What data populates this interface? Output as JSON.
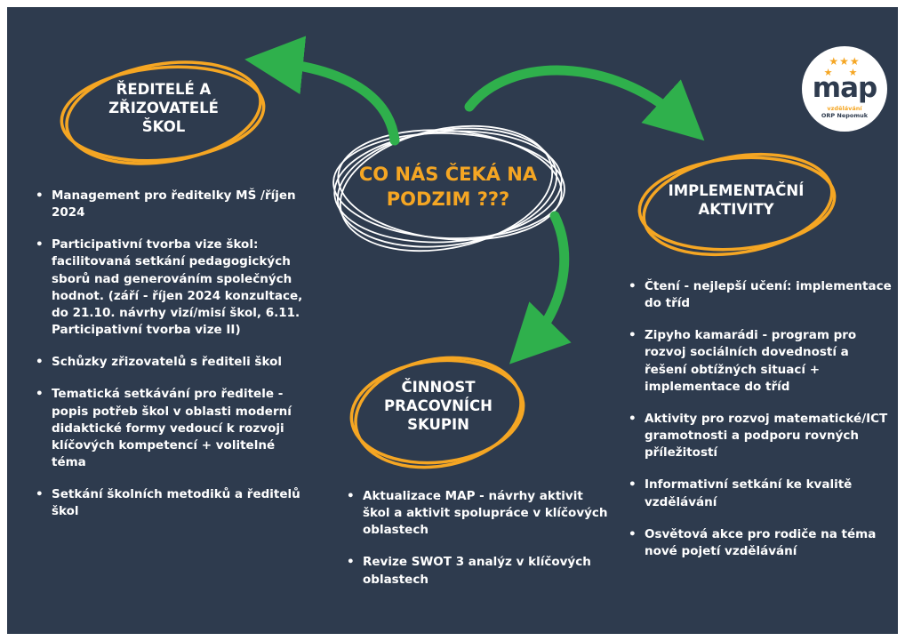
{
  "colors": {
    "background": "#2e3b4e",
    "accent_orange": "#f5a623",
    "arrow_green": "#2fb04c",
    "text_white": "#ffffff"
  },
  "center": {
    "title_line1": "CO NÁS ČEKÁ NA",
    "title_line2": "PODZIM ???"
  },
  "nodes": {
    "reditele": {
      "line1": "ŘEDITELÉ A",
      "line2": "ZŘIZOVATELÉ",
      "line3": "ŠKOL"
    },
    "implementacni": {
      "line1": "IMPLEMENTAČNÍ",
      "line2": "AKTIVITY"
    },
    "cinnost": {
      "line1": "ČINNOST",
      "line2": "PRACOVNÍCH",
      "line3": "SKUPIN"
    }
  },
  "left_items": [
    "Management pro ředitelky MŠ /říjen 2024",
    "Participativní tvorba vize škol: facilitovaná setkání pedagogických sborů nad generováním společných hodnot. (září - říjen 2024 konzultace, do 21.10. návrhy vizí/misí škol, 6.11. Participativní tvorba vize II)",
    "Schůzky zřizovatelů s řediteli škol",
    "Tematická setkávání pro ředitele - popis potřeb škol v oblasti moderní didaktické formy vedoucí k rozvoji klíčových kompetencí + volitelné téma",
    "Setkání školních metodiků a ředitelů škol"
  ],
  "middle_items": [
    "Aktualizace MAP - návrhy aktivit škol a aktivit spolupráce v klíčových oblastech",
    "Revize SWOT 3 analýz v klíčových oblastech"
  ],
  "right_items": [
    "Čtení - nejlepší  učení: implementace do tříd",
    "Zipyho kamarádi - program pro rozvoj sociálních dovedností a řešení obtížných situací + implementace do tříd",
    "Aktivity pro rozvoj matematické/ICT gramotnosti a podporu rovných příležitostí",
    "Informativní setkání ke kvalitě vzdělávání",
    "Osvětová akce pro rodiče na téma nové pojetí vzdělávání"
  ],
  "logo": {
    "stars_top": "★★★",
    "stars_bottom": "★★",
    "text": "map",
    "sub1": "vzdělávání",
    "sub2": "ORP Nepomuk"
  }
}
